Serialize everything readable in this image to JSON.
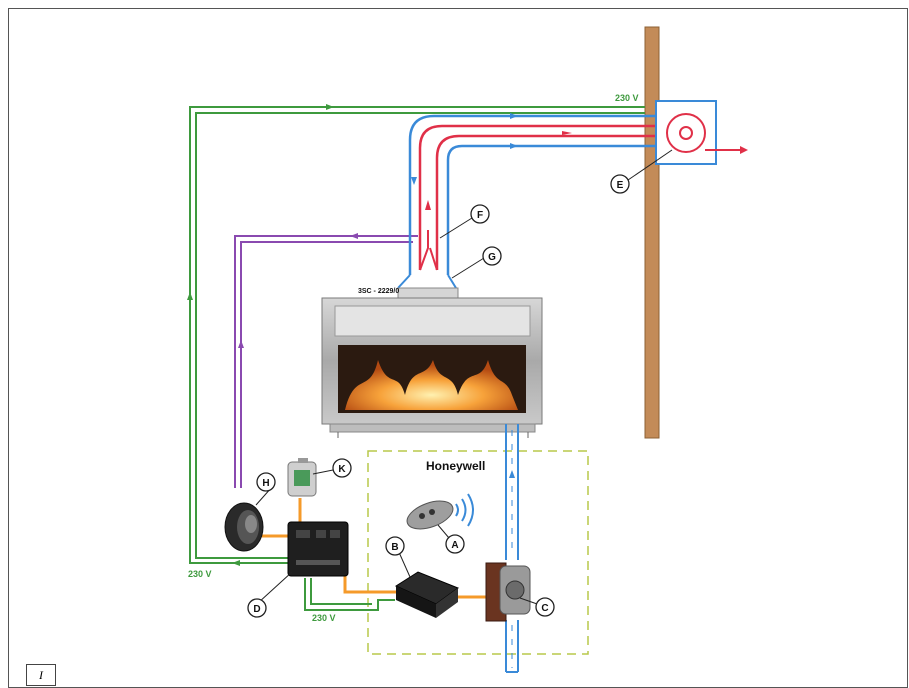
{
  "diagram": {
    "labels": {
      "voltage_top": "230 V",
      "voltage_left": "230 V",
      "voltage_bottom": "230 V",
      "model": "3SC - 2229/0",
      "brand": "Honeywell"
    },
    "markers": [
      "A",
      "B",
      "C",
      "D",
      "E",
      "F",
      "G",
      "H",
      "K"
    ],
    "corner_tab": "I",
    "colors": {
      "wall": "#c38b58",
      "power_line": "#3e9a3e",
      "signal_line": "#8a4ab0",
      "exhaust": "#e03048",
      "intake": "#3a8ad8",
      "control_link": "#f59a2a",
      "zone_border": "#b8c84a"
    }
  }
}
